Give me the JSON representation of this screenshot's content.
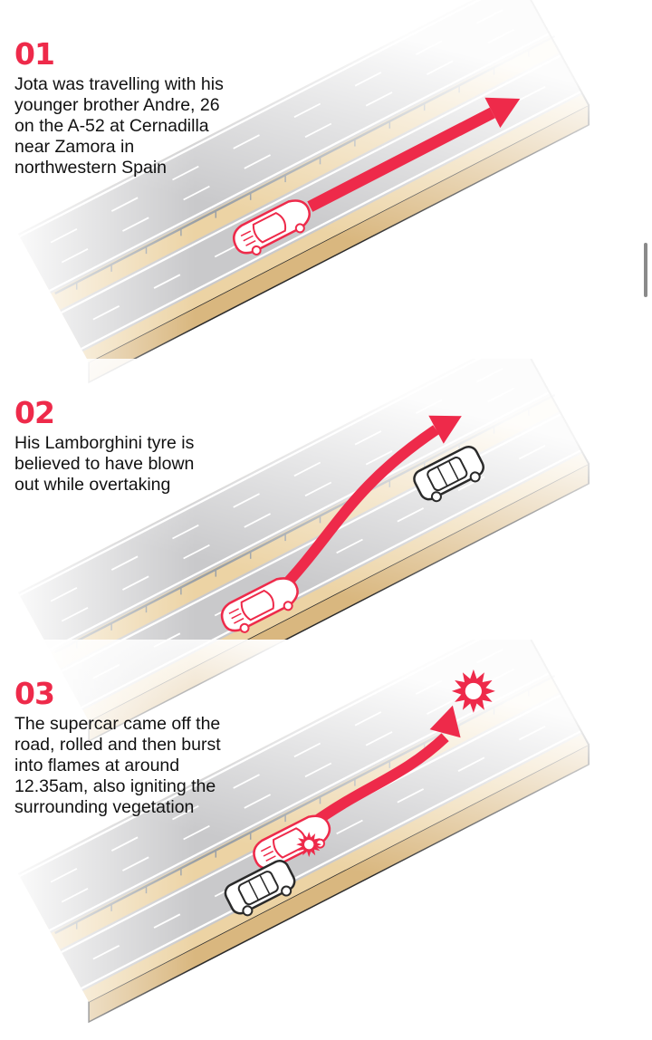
{
  "colors": {
    "accent": "#ee2a4a",
    "asphalt": "#c9c9cb",
    "verge": "#ecd3a4",
    "verge_side": "#d9b77f",
    "outline": "#2a2a2a"
  },
  "steps": [
    {
      "number": "01",
      "text": "Jota was travelling with his younger brother Andre, 26 on the A-52 at Cernadilla near Zamora in northwestern Spain"
    },
    {
      "number": "02",
      "text": "His Lamborghini tyre is believed to have blown out while overtaking"
    },
    {
      "number": "03",
      "text": "The supercar came off the road, rolled and then burst into flames at around 12.35am, also igniting the surrounding vegetation"
    }
  ],
  "icons": {
    "vehicle_main": "lamborghini-car-icon",
    "vehicle_other": "suv-icon",
    "explosion": "explosion-icon"
  }
}
